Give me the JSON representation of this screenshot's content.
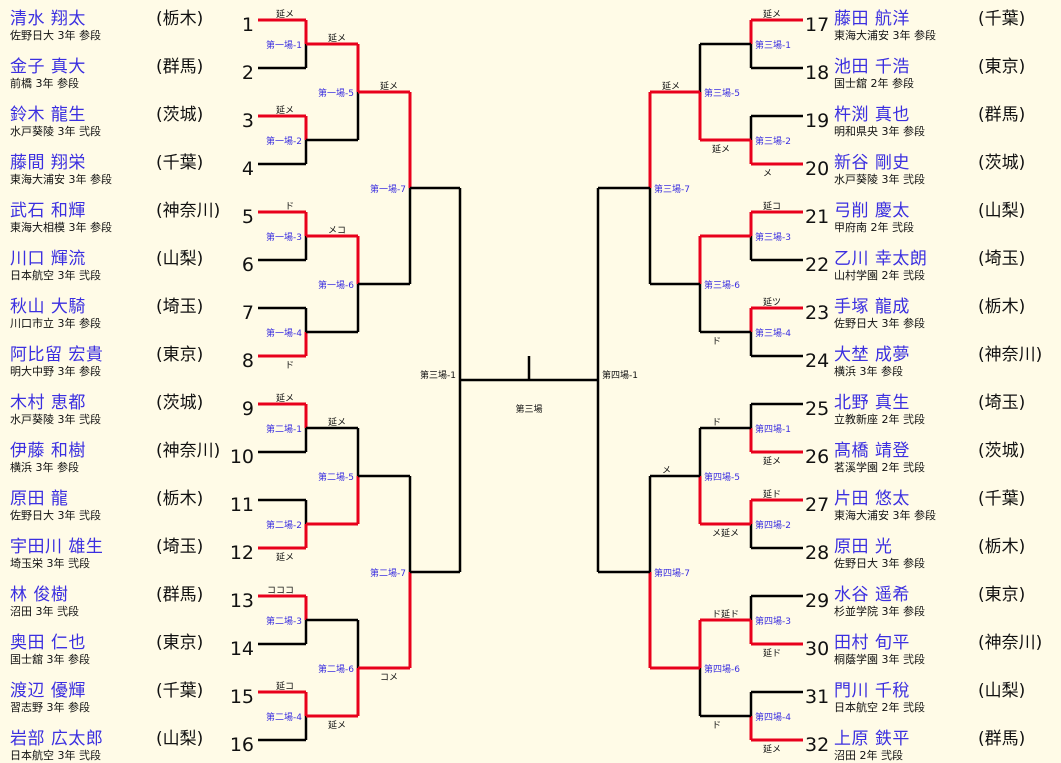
{
  "players": [
    {
      "num": "1",
      "name": "清水 翔太",
      "school": "佐野日大 3年 参段",
      "pref": "(栃木)"
    },
    {
      "num": "2",
      "name": "金子 真大",
      "school": "前橋 3年 参段",
      "pref": "(群馬)"
    },
    {
      "num": "3",
      "name": "鈴木 龍生",
      "school": "水戸葵陵 3年 弐段",
      "pref": "(茨城)"
    },
    {
      "num": "4",
      "name": "藤間 翔栄",
      "school": "東海大浦安 3年 参段",
      "pref": "(千葉)"
    },
    {
      "num": "5",
      "name": "武石 和輝",
      "school": "東海大相模 3年 参段",
      "pref": "(神奈川)"
    },
    {
      "num": "6",
      "name": "川口 輝流",
      "school": "日本航空 3年 弐段",
      "pref": "(山梨)"
    },
    {
      "num": "7",
      "name": "秋山 大騎",
      "school": "川口市立 3年 参段",
      "pref": "(埼玉)"
    },
    {
      "num": "8",
      "name": "阿比留 宏貴",
      "school": "明大中野 3年 参段",
      "pref": "(東京)"
    },
    {
      "num": "9",
      "name": "木村 恵都",
      "school": "水戸葵陵 3年 弐段",
      "pref": "(茨城)"
    },
    {
      "num": "10",
      "name": "伊藤 和樹",
      "school": "横浜 3年 参段",
      "pref": "(神奈川)"
    },
    {
      "num": "11",
      "name": "原田 龍",
      "school": "佐野日大 3年 弐段",
      "pref": "(栃木)"
    },
    {
      "num": "12",
      "name": "宇田川 雄生",
      "school": "埼玉栄 3年 弐段",
      "pref": "(埼玉)"
    },
    {
      "num": "13",
      "name": "林 俊樹",
      "school": "沼田 3年 弐段",
      "pref": "(群馬)"
    },
    {
      "num": "14",
      "name": "奥田 仁也",
      "school": "国士舘 3年 参段",
      "pref": "(東京)"
    },
    {
      "num": "15",
      "name": "渡辺 優輝",
      "school": "習志野 3年 参段",
      "pref": "(千葉)"
    },
    {
      "num": "16",
      "name": "岩部 広太郎",
      "school": "日本航空 3年 弐段",
      "pref": "(山梨)"
    },
    {
      "num": "17",
      "name": "藤田 航洋",
      "school": "東海大浦安 3年 参段",
      "pref": "(千葉)"
    },
    {
      "num": "18",
      "name": "池田 千浩",
      "school": "国士舘 2年 参段",
      "pref": "(東京)"
    },
    {
      "num": "19",
      "name": "杵渕 真也",
      "school": "明和県央 3年 参段",
      "pref": "(群馬)"
    },
    {
      "num": "20",
      "name": "新谷 剛史",
      "school": "水戸葵陵 3年 弐段",
      "pref": "(茨城)"
    },
    {
      "num": "21",
      "name": "弓削 慶太",
      "school": "甲府南 2年 弐段",
      "pref": "(山梨)"
    },
    {
      "num": "22",
      "name": "乙川 幸太朗",
      "school": "山村学園 2年 弐段",
      "pref": "(埼玉)"
    },
    {
      "num": "23",
      "name": "手塚 龍成",
      "school": "佐野日大 3年 参段",
      "pref": "(栃木)"
    },
    {
      "num": "24",
      "name": "大埜 成夢",
      "school": "横浜 3年 参段",
      "pref": "(神奈川)"
    },
    {
      "num": "25",
      "name": "北野 真生",
      "school": "立教新座 2年 弐段",
      "pref": "(埼玉)"
    },
    {
      "num": "26",
      "name": "髙橋 靖登",
      "school": "茗溪学園 2年 弐段",
      "pref": "(茨城)"
    },
    {
      "num": "27",
      "name": "片田 悠太",
      "school": "東海大浦安 3年 参段",
      "pref": "(千葉)"
    },
    {
      "num": "28",
      "name": "原田 光",
      "school": "佐野日大 3年 参段",
      "pref": "(栃木)"
    },
    {
      "num": "29",
      "name": "水谷 遥希",
      "school": "杉並学院 3年 参段",
      "pref": "(東京)"
    },
    {
      "num": "30",
      "name": "田村 旬平",
      "school": "桐蔭学園 3年 弐段",
      "pref": "(神奈川)"
    },
    {
      "num": "31",
      "name": "門川 千稅",
      "school": "日本航空 2年 弐段",
      "pref": "(山梨)"
    },
    {
      "num": "32",
      "name": "上原 鉄平",
      "school": "沼田 2年 弐段",
      "pref": "(群馬)"
    }
  ],
  "matches": {
    "r1": [
      {
        "label": "第一場-1",
        "top": "延メ",
        "bot": "",
        "win": "top"
      },
      {
        "label": "第一場-2",
        "top": "延メ",
        "bot": "",
        "win": "top"
      },
      {
        "label": "第一場-3",
        "top": "ド",
        "bot": "",
        "win": "top"
      },
      {
        "label": "第一場-4",
        "top": "",
        "bot": "ド",
        "win": "bot"
      },
      {
        "label": "第二場-1",
        "top": "延メ",
        "bot": "",
        "win": "top"
      },
      {
        "label": "第二場-2",
        "top": "",
        "bot": "延メ",
        "win": "bot"
      },
      {
        "label": "第二場-3",
        "top": "コココ",
        "bot": "",
        "win": "top"
      },
      {
        "label": "第二場-4",
        "top": "延コ",
        "bot": "",
        "win": "top"
      },
      {
        "label": "第三場-1",
        "top": "延メ",
        "bot": "",
        "win": "top"
      },
      {
        "label": "第三場-2",
        "top": "",
        "bot": "メ",
        "win": "bot"
      },
      {
        "label": "第三場-3",
        "top": "延コ",
        "bot": "",
        "win": "top"
      },
      {
        "label": "第三場-4",
        "top": "延ツ",
        "bot": "",
        "win": "top"
      },
      {
        "label": "第四場-1",
        "top": "",
        "bot": "延メ",
        "win": "bot"
      },
      {
        "label": "第四場-2",
        "top": "延ド",
        "bot": "",
        "win": "top"
      },
      {
        "label": "第四場-3",
        "top": "",
        "bot": "延ド",
        "win": "bot"
      },
      {
        "label": "第四場-4",
        "top": "",
        "bot": "延メ",
        "win": "bot"
      }
    ],
    "r2": [
      {
        "label": "第一場-5",
        "top": "延メ",
        "bot": "",
        "win": "top"
      },
      {
        "label": "第一場-6",
        "top": "メコ",
        "bot": "",
        "win": "top"
      },
      {
        "label": "第二場-5",
        "top": "延メ",
        "bot": "",
        "win": "bot"
      },
      {
        "label": "第二場-6",
        "top": "",
        "bot": "延メ",
        "win": "bot"
      },
      {
        "label": "第三場-5",
        "top": "",
        "bot": "延メ",
        "win": "bot"
      },
      {
        "label": "第三場-6",
        "top": "",
        "bot": "ド",
        "win": "top"
      },
      {
        "label": "第四場-5",
        "top": "ド",
        "bot": "メ延メ",
        "win": "bot"
      },
      {
        "label": "第四場-6",
        "top": "ド延ド",
        "bot": "ド",
        "win": "top"
      }
    ],
    "r3": [
      {
        "label": "第一場-7",
        "top": "延メ",
        "bot": "",
        "win": "top"
      },
      {
        "label": "第二場-7",
        "top": "",
        "bot": "コメ",
        "win": "bot"
      },
      {
        "label": "第三場-7",
        "top": "延メ",
        "bot": "",
        "win": "top"
      },
      {
        "label": "第四場-7",
        "top": "メ",
        "bot": "",
        "win": "bot"
      }
    ],
    "semi": [
      {
        "label": "第三場-1"
      },
      {
        "label": "第四場-1"
      }
    ],
    "final": {
      "label": "第三場"
    }
  },
  "colors": {
    "winner": "#e8001c",
    "loser": "#000000",
    "label": "#3b2fe0",
    "background": "#fffbe7"
  }
}
